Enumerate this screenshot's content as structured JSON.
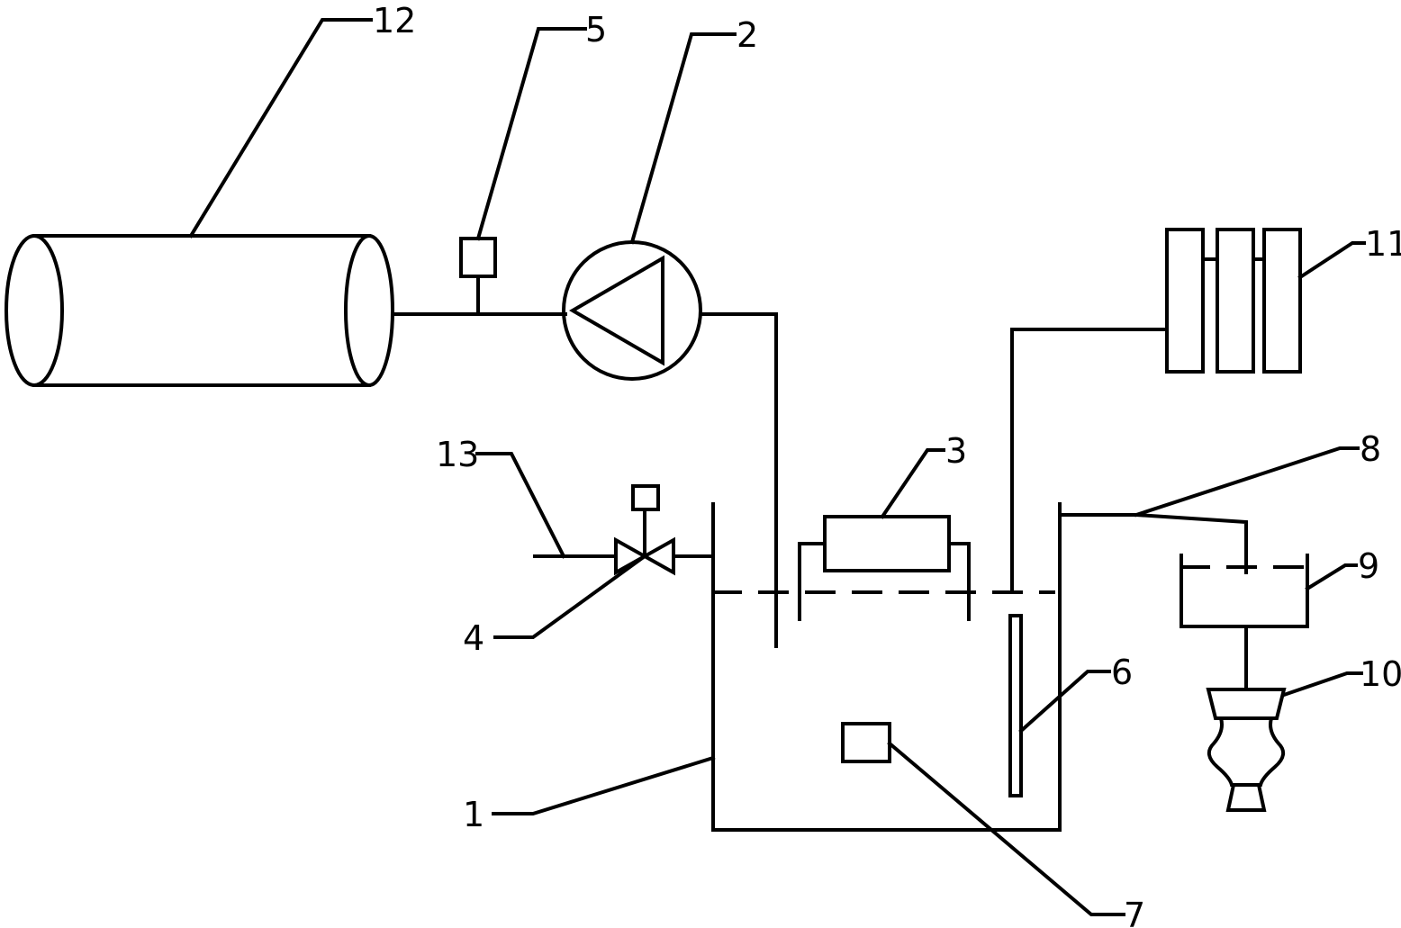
{
  "labels": {
    "l1": "1",
    "l2": "2",
    "l3": "3",
    "l4": "4",
    "l5": "5",
    "l6": "6",
    "l7": "7",
    "l8": "8",
    "l9": "9",
    "l10": "10",
    "l11": "11",
    "l12": "12",
    "l13": "13"
  },
  "colors": {
    "stroke": "#000000",
    "background": "#ffffff"
  }
}
